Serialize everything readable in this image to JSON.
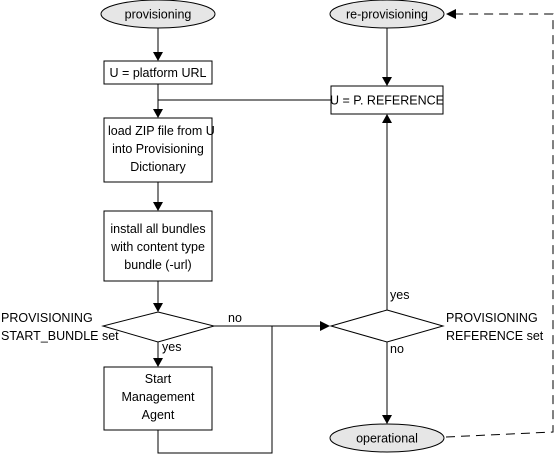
{
  "nodes": {
    "start_provisioning": "provisioning",
    "start_reprovisioning": "re-provisioning",
    "set_platform_url": "U = platform URL",
    "set_reference": "U = P. REFERENCE",
    "load_zip": [
      "load ZIP file from U",
      "into Provisioning",
      "Dictionary"
    ],
    "install_bundles": [
      "install all bundles",
      "with content type",
      "bundle (-url)"
    ],
    "start_agent": [
      "Start",
      "Management",
      "Agent"
    ],
    "end_operational": "operational"
  },
  "decisions": {
    "start_bundle": {
      "label": [
        "PROVISIONING",
        "START_BUNDLE set"
      ],
      "yes": "yes",
      "no": "no"
    },
    "reference": {
      "label": [
        "PROVISIONING",
        "REFERENCE set"
      ],
      "yes": "yes",
      "no": "no"
    }
  }
}
